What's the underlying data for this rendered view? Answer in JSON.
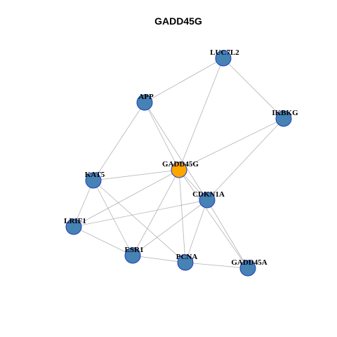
{
  "title": "GADD45G",
  "colors": {
    "node_fill": "#4682b4",
    "focus_fill": "#ffa500",
    "node_border": "#1f3fbf",
    "edge": "#b3b3b3"
  },
  "nodes": [
    {
      "id": "LUC7L2",
      "focus": false
    },
    {
      "id": "APP",
      "focus": false
    },
    {
      "id": "IKBKG",
      "focus": false
    },
    {
      "id": "GADD45G",
      "focus": true
    },
    {
      "id": "KAT5",
      "focus": false
    },
    {
      "id": "CDKN1A",
      "focus": false
    },
    {
      "id": "LRIF1",
      "focus": false
    },
    {
      "id": "ESR1",
      "focus": false
    },
    {
      "id": "PCNA",
      "focus": false
    },
    {
      "id": "GADD45A",
      "focus": false
    }
  ],
  "edges": [
    [
      "LUC7L2",
      "APP"
    ],
    [
      "LUC7L2",
      "IKBKG"
    ],
    [
      "LUC7L2",
      "GADD45G"
    ],
    [
      "APP",
      "KAT5"
    ],
    [
      "APP",
      "GADD45G"
    ],
    [
      "APP",
      "CDKN1A"
    ],
    [
      "IKBKG",
      "GADD45G"
    ],
    [
      "IKBKG",
      "CDKN1A"
    ],
    [
      "GADD45G",
      "KAT5"
    ],
    [
      "GADD45G",
      "CDKN1A"
    ],
    [
      "GADD45G",
      "LRIF1"
    ],
    [
      "GADD45G",
      "ESR1"
    ],
    [
      "GADD45G",
      "PCNA"
    ],
    [
      "GADD45G",
      "GADD45A"
    ],
    [
      "KAT5",
      "LRIF1"
    ],
    [
      "KAT5",
      "ESR1"
    ],
    [
      "KAT5",
      "PCNA"
    ],
    [
      "CDKN1A",
      "LRIF1"
    ],
    [
      "CDKN1A",
      "ESR1"
    ],
    [
      "CDKN1A",
      "PCNA"
    ],
    [
      "CDKN1A",
      "GADD45A"
    ],
    [
      "LRIF1",
      "ESR1"
    ],
    [
      "ESR1",
      "PCNA"
    ],
    [
      "PCNA",
      "GADD45A"
    ]
  ]
}
